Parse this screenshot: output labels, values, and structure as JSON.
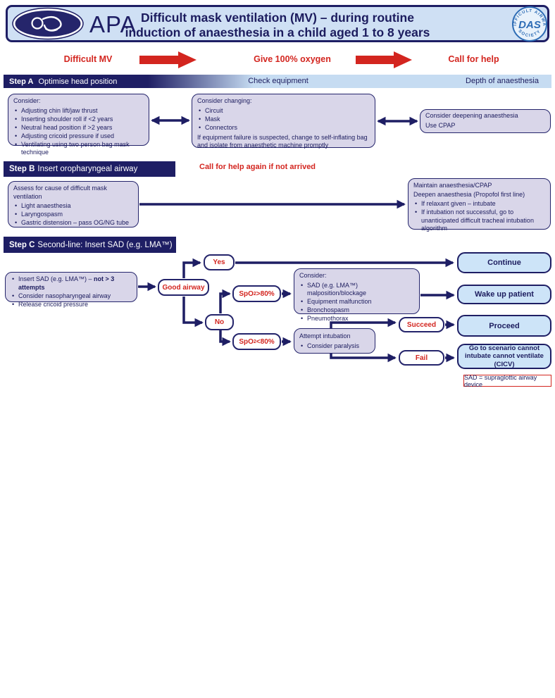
{
  "header": {
    "title_line1": "Difficult mask ventilation (MV) – during routine",
    "title_line2": "induction of anaesthesia in a child aged 1 to 8 years",
    "apa_logo_text": "APA",
    "das_logo": {
      "arc_top": "DIFFICULT AIRWAY",
      "arc_bottom": "SOCIETY",
      "center": "DAS"
    }
  },
  "action_row": {
    "step1": "Difficult MV",
    "step2": "Give 100% oxygen",
    "step3": "Call for help"
  },
  "step_a": {
    "bar": {
      "label": "Step A",
      "title": " Optimise head position",
      "col2": "Check equipment",
      "col3": "Depth of anaesthesia"
    },
    "box1": {
      "header": "Consider:",
      "items": [
        "Adjusting chin lift/jaw thrust",
        "Inserting shoulder roll if <2 years",
        "Neutral head position if >2 years",
        "Adjusting cricoid pressure if used",
        "Ventilating using two person bag mask technique"
      ]
    },
    "box2": {
      "header": "Consider changing:",
      "items": [
        "Circuit",
        "Mask",
        "Connectors"
      ],
      "note": "If equipment failure is suspected, change to self-inflating bag and isolate from anaesthetic machine promptly"
    },
    "box3": {
      "line1": "Consider deepening anaesthesia",
      "line2": "Use CPAP"
    }
  },
  "step_b": {
    "bar": {
      "label": "Step B",
      "title": " Insert oropharyngeal airway"
    },
    "alert": "Call for help again if not arrived",
    "box1": {
      "header": "Assess for cause of difficult mask ventilation",
      "items": [
        "Light anaesthesia",
        "Laryngospasm",
        "Gastric distension – pass OG/NG tube"
      ]
    },
    "box2": {
      "line1": "Maintain anaesthesia/CPAP",
      "line2": "Deepen anaesthesia (Propofol first line)",
      "items": [
        "If relaxant given – intubate",
        "If intubation not successful, go to unanticipated difficult tracheal intubation algorithm"
      ]
    }
  },
  "step_c": {
    "bar": {
      "label": "Step C",
      "title": " Second-line: Insert SAD (e.g. LMA™)"
    },
    "box1": {
      "item1_normal": "Insert SAD (e.g. LMA™) – ",
      "item1_bold": "not > 3 attempts",
      "item2": "Consider nasopharyngeal airway",
      "item3": "Release cricoid pressure"
    },
    "decisions": {
      "good_airway": "Good airway",
      "yes": "Yes",
      "no": "No",
      "spo_prefix": "SpO",
      "spo_sub": "2",
      "spo_high": " >80%",
      "spo_low": " <80%",
      "succeed": "Succeed",
      "fail": "Fail"
    },
    "consider_box": {
      "header": "Consider:",
      "items": [
        "SAD (e.g. LMA™) malposition/blockage",
        "Equipment malfunction",
        "Bronchospasm",
        "Pneumothorax"
      ]
    },
    "intubation_box": {
      "header": "Attempt intubation",
      "items": [
        "Consider paralysis"
      ]
    },
    "outcomes": {
      "continue": "Continue",
      "wake": "Wake up patient",
      "proceed": "Proceed",
      "cicv": "Go to scenario cannot intubate cannot ventilate (CICV)"
    }
  },
  "footnote": "SAD = supraglottic airway device",
  "colors": {
    "navy": "#1e1e64",
    "red": "#d3251f",
    "lavender": "#d9d6e9",
    "light_blue": "#cde4f8",
    "header_blue": "#cfe0f4"
  }
}
